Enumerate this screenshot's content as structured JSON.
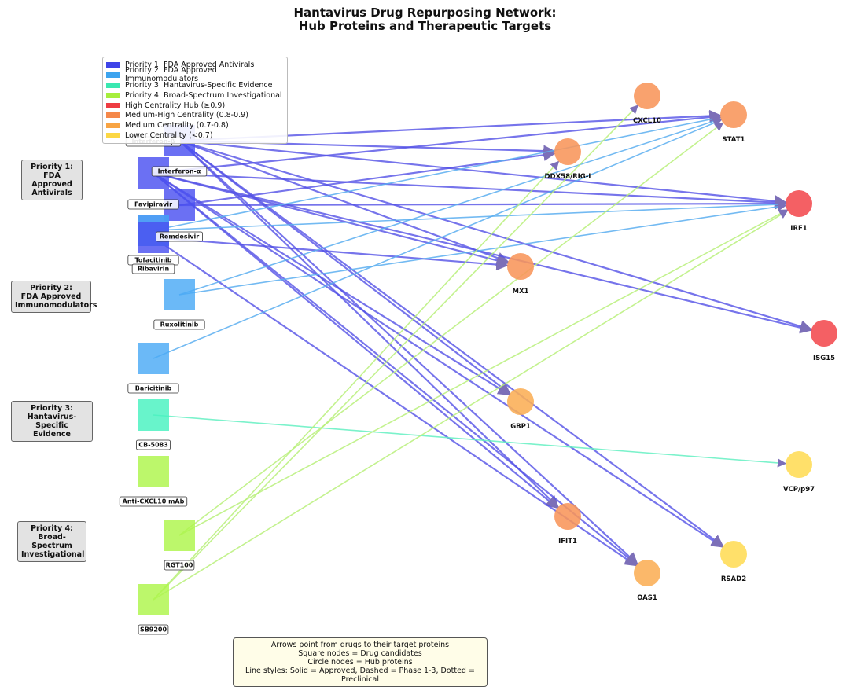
{
  "title": {
    "line1": "Hantavirus Drug Repurposing Network:",
    "line2": "Hub Proteins and Therapeutic Targets"
  },
  "colors": {
    "priority1": "#4b50f0",
    "priority2": "#4aa9f5",
    "priority3": "#47f2bf",
    "priority4": "#adf54a",
    "high_hub": "#f24a4f",
    "medhigh_hub": "#f8955a",
    "medium_hub": "#fbae55",
    "lower_hub": "#ffdc55"
  },
  "legend": [
    {
      "label": "Priority 1: FDA Approved Antivirals",
      "color": "#3e44e8"
    },
    {
      "label": "Priority 2: FDA Approved Immunomodulators",
      "color": "#3da4ef"
    },
    {
      "label": "Priority 3: Hantavirus-Specific Evidence",
      "color": "#3ae8b0"
    },
    {
      "label": "Priority 4: Broad-Spectrum Investigational",
      "color": "#a6ee3c"
    },
    {
      "label": "High Centrality Hub (≥0.9)",
      "color": "#ee3c42"
    },
    {
      "label": "Medium-High Centrality (0.8-0.9)",
      "color": "#f5884a"
    },
    {
      "label": "Medium Centrality (0.7-0.8)",
      "color": "#f8a443"
    },
    {
      "label": "Lower Centrality (<0.7)",
      "color": "#fcd744"
    }
  ],
  "priority_groups": [
    {
      "id": "p1",
      "line1": "Priority 1:",
      "line2": "FDA Approved",
      "line3": "Antivirals"
    },
    {
      "id": "p2",
      "line1": "Priority 2:",
      "line2": "FDA Approved",
      "line3": "Immunomodulators"
    },
    {
      "id": "p3",
      "line1": "Priority 3:",
      "line2": "Hantavirus-Specific",
      "line3": "Evidence"
    },
    {
      "id": "p4",
      "line1": "Priority 4:",
      "line2": "Broad-Spectrum",
      "line3": "Investigational"
    }
  ],
  "drugs": [
    {
      "id": "interferon_b",
      "label": "Interferon-β",
      "priority": 1
    },
    {
      "id": "interferon_a",
      "label": "Interferon-α",
      "priority": 1
    },
    {
      "id": "favipiravir",
      "label": "Favipiravir",
      "priority": 1
    },
    {
      "id": "remdesivir",
      "label": "Remdesivir",
      "priority": 1
    },
    {
      "id": "tofacitinib",
      "label": "Tofacitinib",
      "priority": 2
    },
    {
      "id": "ribavirin",
      "label": "Ribavirin",
      "priority": 1
    },
    {
      "id": "ruxolitinib",
      "label": "Ruxolitinib",
      "priority": 2
    },
    {
      "id": "baricitinib",
      "label": "Baricitinib",
      "priority": 2
    },
    {
      "id": "cb5083",
      "label": "CB-5083",
      "priority": 3
    },
    {
      "id": "anticxcl10",
      "label": "Anti-CXCL10 mAb",
      "priority": 4
    },
    {
      "id": "rgt100",
      "label": "RGT100",
      "priority": 4
    },
    {
      "id": "sb9200",
      "label": "SB9200",
      "priority": 4
    }
  ],
  "proteins": [
    {
      "id": "cxcl10",
      "label": "CXCL10",
      "tier": "medhigh"
    },
    {
      "id": "stat1",
      "label": "STAT1",
      "tier": "medhigh"
    },
    {
      "id": "ddx58",
      "label": "DDX58/RIG-I",
      "tier": "medhigh"
    },
    {
      "id": "irf1",
      "label": "IRF1",
      "tier": "high"
    },
    {
      "id": "mx1",
      "label": "MX1",
      "tier": "medhigh"
    },
    {
      "id": "isg15",
      "label": "ISG15",
      "tier": "high"
    },
    {
      "id": "gbp1",
      "label": "GBP1",
      "tier": "medium"
    },
    {
      "id": "vcp",
      "label": "VCP/p97",
      "tier": "lower"
    },
    {
      "id": "ifit1",
      "label": "IFIT1",
      "tier": "medhigh"
    },
    {
      "id": "rsad2",
      "label": "RSAD2",
      "tier": "lower"
    },
    {
      "id": "oas1",
      "label": "OAS1",
      "tier": "medium"
    }
  ],
  "edges": [
    [
      "interferon_b",
      "stat1"
    ],
    [
      "interferon_b",
      "irf1"
    ],
    [
      "interferon_b",
      "isg15"
    ],
    [
      "interferon_b",
      "mx1"
    ],
    [
      "interferon_b",
      "gbp1"
    ],
    [
      "interferon_b",
      "ifit1"
    ],
    [
      "interferon_b",
      "oas1"
    ],
    [
      "interferon_b",
      "rsad2"
    ],
    [
      "interferon_b",
      "ddx58"
    ],
    [
      "interferon_a",
      "stat1"
    ],
    [
      "interferon_a",
      "irf1"
    ],
    [
      "interferon_a",
      "mx1"
    ],
    [
      "interferon_a",
      "isg15"
    ],
    [
      "interferon_a",
      "gbp1"
    ],
    [
      "interferon_a",
      "ifit1"
    ],
    [
      "interferon_a",
      "oas1"
    ],
    [
      "interferon_a",
      "rsad2"
    ],
    [
      "favipiravir",
      "ddx58"
    ],
    [
      "favipiravir",
      "irf1"
    ],
    [
      "ribavirin",
      "mx1"
    ],
    [
      "ribavirin",
      "oas1"
    ],
    [
      "tofacitinib",
      "stat1"
    ],
    [
      "tofacitinib",
      "irf1"
    ],
    [
      "ruxolitinib",
      "stat1"
    ],
    [
      "ruxolitinib",
      "irf1"
    ],
    [
      "baricitinib",
      "stat1"
    ],
    [
      "cb5083",
      "vcp"
    ],
    [
      "rgt100",
      "stat1"
    ],
    [
      "rgt100",
      "irf1"
    ],
    [
      "sb9200",
      "ddx58"
    ],
    [
      "sb9200",
      "irf1"
    ],
    [
      "sb9200",
      "cxcl10"
    ]
  ],
  "note": {
    "line1": "Arrows point from drugs to their target proteins",
    "line2": "Square nodes = Drug candidates",
    "line3": "Circle nodes = Hub proteins",
    "line4": "Line styles: Solid = Approved, Dashed = Phase 1-3, Dotted = Preclinical"
  }
}
